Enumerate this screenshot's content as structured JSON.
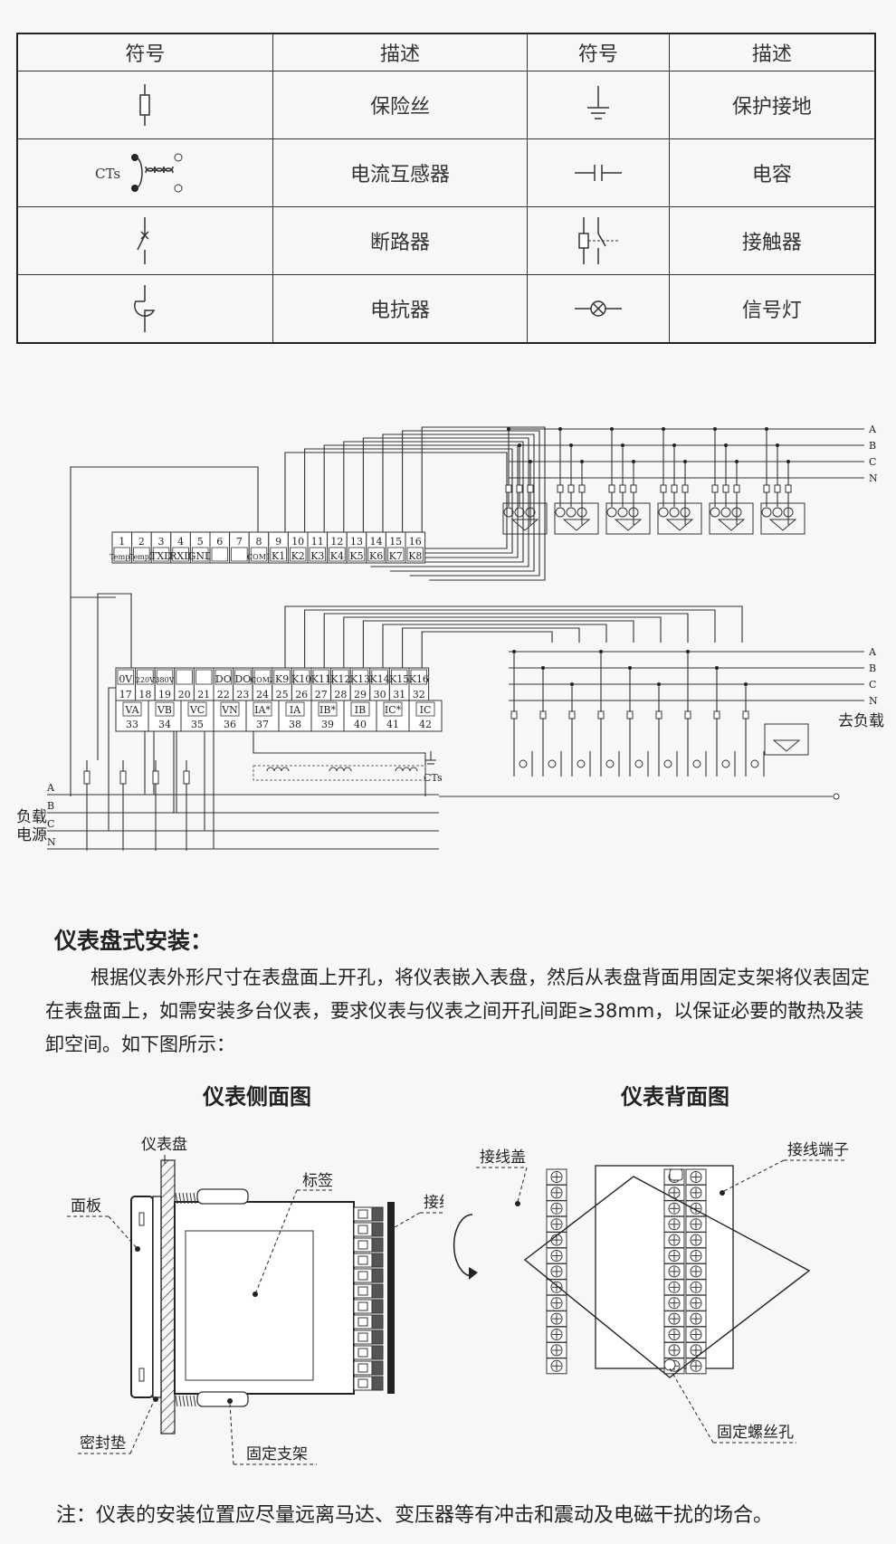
{
  "symbol_table": {
    "headers": [
      "符号",
      "描述",
      "符号",
      "描述"
    ],
    "rows": [
      {
        "left_icon": "fuse-icon",
        "left_desc": "保险丝",
        "right_icon": "protective-ground-icon",
        "right_desc": "保护接地"
      },
      {
        "left_icon": "current-transformer-icon",
        "left_label": "CTs",
        "left_desc": "电流互感器",
        "right_icon": "capacitor-icon",
        "right_desc": "电容"
      },
      {
        "left_icon": "circuit-breaker-icon",
        "left_desc": "断路器",
        "right_icon": "contactor-icon",
        "right_desc": "接触器"
      },
      {
        "left_icon": "reactor-icon",
        "left_desc": "电抗器",
        "right_icon": "signal-lamp-icon",
        "right_desc": "信号灯"
      }
    ]
  },
  "wiring": {
    "top_terminals": [
      {
        "num": "1",
        "name": "Temp1"
      },
      {
        "num": "2",
        "name": "Temp2"
      },
      {
        "num": "3",
        "name": "TXD"
      },
      {
        "num": "4",
        "name": "RXD"
      },
      {
        "num": "5",
        "name": "GND"
      },
      {
        "num": "6",
        "name": ""
      },
      {
        "num": "7",
        "name": ""
      },
      {
        "num": "8",
        "name": "COM1"
      },
      {
        "num": "9",
        "name": "K1"
      },
      {
        "num": "10",
        "name": "K2"
      },
      {
        "num": "11",
        "name": "K3"
      },
      {
        "num": "12",
        "name": "K4"
      },
      {
        "num": "13",
        "name": "K5"
      },
      {
        "num": "14",
        "name": "K6"
      },
      {
        "num": "15",
        "name": "K7"
      },
      {
        "num": "16",
        "name": "K8"
      }
    ],
    "mid_terminals": [
      {
        "num": "17",
        "name": "0V"
      },
      {
        "num": "18",
        "name": "220V"
      },
      {
        "num": "19",
        "name": "380V"
      },
      {
        "num": "20",
        "name": ""
      },
      {
        "num": "21",
        "name": ""
      },
      {
        "num": "22",
        "name": "DO"
      },
      {
        "num": "23",
        "name": "DO"
      },
      {
        "num": "24",
        "name": "COM2"
      },
      {
        "num": "25",
        "name": "K9"
      },
      {
        "num": "26",
        "name": "K10"
      },
      {
        "num": "27",
        "name": "K11"
      },
      {
        "num": "28",
        "name": "K12"
      },
      {
        "num": "29",
        "name": "K13"
      },
      {
        "num": "30",
        "name": "K14"
      },
      {
        "num": "31",
        "name": "K15"
      },
      {
        "num": "32",
        "name": "K16"
      }
    ],
    "bottom_terminals": [
      {
        "num": "33",
        "name": "VA"
      },
      {
        "num": "34",
        "name": "VB"
      },
      {
        "num": "35",
        "name": "VC"
      },
      {
        "num": "36",
        "name": "VN"
      },
      {
        "num": "37",
        "name": "IA*"
      },
      {
        "num": "38",
        "name": "IA"
      },
      {
        "num": "39",
        "name": "IB*"
      },
      {
        "num": "40",
        "name": "IB"
      },
      {
        "num": "41",
        "name": "IC*"
      },
      {
        "num": "42",
        "name": "IC"
      }
    ],
    "bus_labels": [
      "A",
      "B",
      "C",
      "N"
    ],
    "load_side_label": "去负载",
    "source_label_1": "负载",
    "source_label_2": "电源",
    "cts_label": "CTs"
  },
  "install": {
    "title": "仪表盘式安装：",
    "paragraph": "根据仪表外形尺寸在表盘面上开孔，将仪表嵌入表盘，然后从表盘背面用固定支架将仪表固定在表盘面上，如需安装多台仪表，要求仪表与仪表之间开孔间距≥38mm，以保证必要的散热及装卸空间。如下图所示：",
    "side_title": "仪表侧面图",
    "back_title": "仪表背面图",
    "side_labels": {
      "panel_board": "仪表盘",
      "face_panel": "面板",
      "label": "标签",
      "terminal_cover": "接线盖",
      "gasket": "密封垫",
      "bracket": "固定支架"
    },
    "back_labels": {
      "terminal_cover": "接线盖",
      "terminal": "接线端子",
      "screw_hole": "固定螺丝孔"
    },
    "note": "注：仪表的安装位置应尽量远离马达、变压器等有冲击和震动及电磁干扰的场合。"
  }
}
